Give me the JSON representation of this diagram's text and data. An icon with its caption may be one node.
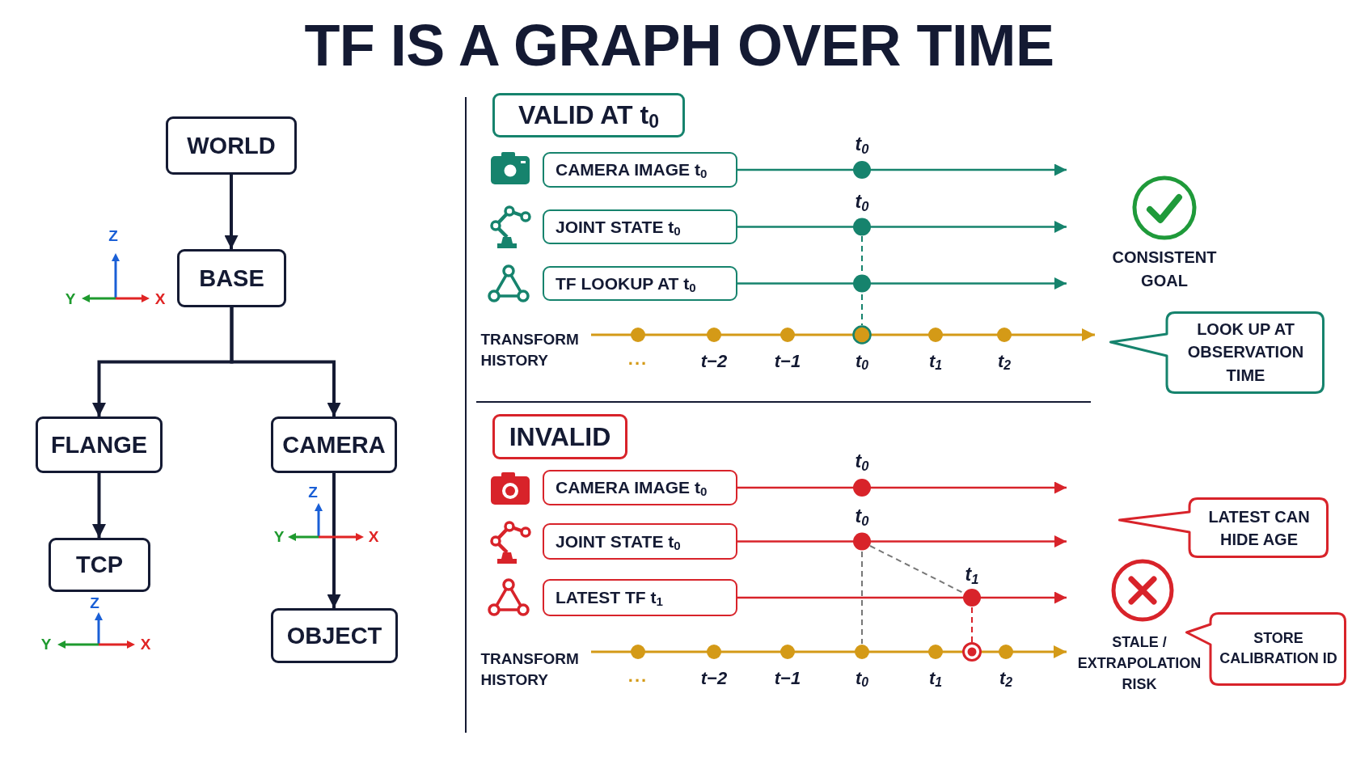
{
  "diagram": {
    "title": "TF IS A GRAPH OVER TIME",
    "nodes": [
      {
        "text": [
          "WORLD"
        ]
      },
      {
        "text": [
          "BASE"
        ]
      },
      {
        "text": [
          "FLANGE"
        ]
      },
      {
        "text": [
          "CAMERA"
        ]
      },
      {
        "text": [
          "TCP"
        ]
      },
      {
        "text": [
          "OBJECT"
        ]
      },
      {
        "text": [
          "VALID AT t$_{0}$"
        ]
      },
      {
        "text": [
          "CAMERA IMAGE t$_{0}$"
        ]
      },
      {
        "text": [
          "JOINT STATE t$_{0}$"
        ]
      },
      {
        "text": [
          "TF LOOKUP AT t$_{0}$"
        ]
      },
      {
        "text": [
          "LOOK UP AT OBSERVATION TIME"
        ]
      },
      {
        "text": [
          "INVALID"
        ]
      },
      {
        "text": [
          "CAMERA IMAGE t$_{0}$"
        ]
      },
      {
        "text": [
          "JOINT STATE t$_{0}$"
        ]
      },
      {
        "text": [
          "LATEST TF t$_{1}$"
        ]
      },
      {
        "text": [
          "LATEST CAN HIDE AGE"
        ]
      },
      {
        "text": [
          "STORE CALIBRATION ID"
        ]
      }
    ],
    "edges": [
      {
        "from": 0,
        "to": 1,
        "arrow": "to"
      },
      {
        "from": 1,
        "to": 2,
        "arrow": "to"
      },
      {
        "from": 1,
        "to": 3,
        "arrow": "to"
      },
      {
        "from": 2,
        "to": 4,
        "arrow": "to"
      },
      {
        "from": 3,
        "to": 5,
        "arrow": "to"
      },
      {
        "from": 7,
        "to": null,
        "arrow": "to",
        "color": "#16836d"
      },
      {
        "from": 8,
        "to": null,
        "arrow": "to",
        "color": "#16836d"
      },
      {
        "from": 9,
        "to": null,
        "arrow": "to",
        "color": "#16836d"
      },
      {
        "from": 12,
        "to": null,
        "arrow": "to",
        "color": "#d8232a"
      },
      {
        "from": 13,
        "to": null,
        "arrow": "to",
        "color": "#d8232a"
      },
      {
        "from": 14,
        "to": null,
        "arrow": "to",
        "color": "#d8232a"
      }
    ],
    "labels": [
      "Z",
      "Y",
      "X",
      "Z",
      "Y",
      "X",
      "Z",
      "Y",
      "X",
      "t$_{0}$",
      "t$_{0}$",
      "CONSISTENT GOAL",
      "TRANSFORM HISTORY",
      "...",
      "t−2",
      "t−1",
      "t$_{0}$",
      "t$_{1}$",
      "t$_{2}$",
      "t$_{0}$",
      "t$_{0}$",
      "t$_{1}$",
      "STALE / EXTRAPOLATION RISK",
      "TRANSFORM HISTORY",
      "...",
      "t−2",
      "t−1",
      "t$_{0}$",
      "t$_{1}$",
      "t$_{2}$"
    ]
  }
}
